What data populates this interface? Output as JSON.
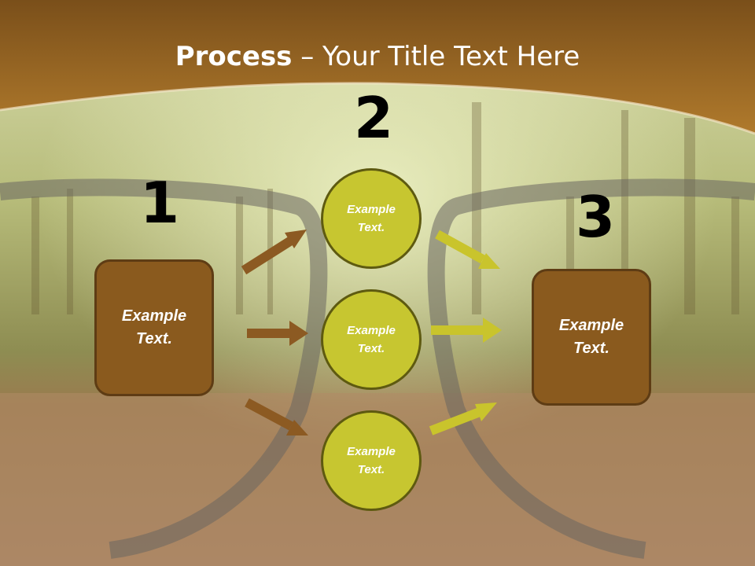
{
  "title": {
    "bold": "Process",
    "rest": " – Your Title Text Here"
  },
  "steps": [
    {
      "number": "1",
      "text": "Example\nText."
    },
    {
      "number": "2",
      "items": [
        "Example\nText.",
        "Example\nText.",
        "Example\nText."
      ]
    },
    {
      "number": "3",
      "text": "Example\nText."
    }
  ],
  "colors": {
    "header": "#9a6520",
    "box_fill": "#8a5a1e",
    "circle_fill": "#c7c630",
    "arrow_brown": "#8c5a22",
    "arrow_yellow": "#c9c42c"
  }
}
